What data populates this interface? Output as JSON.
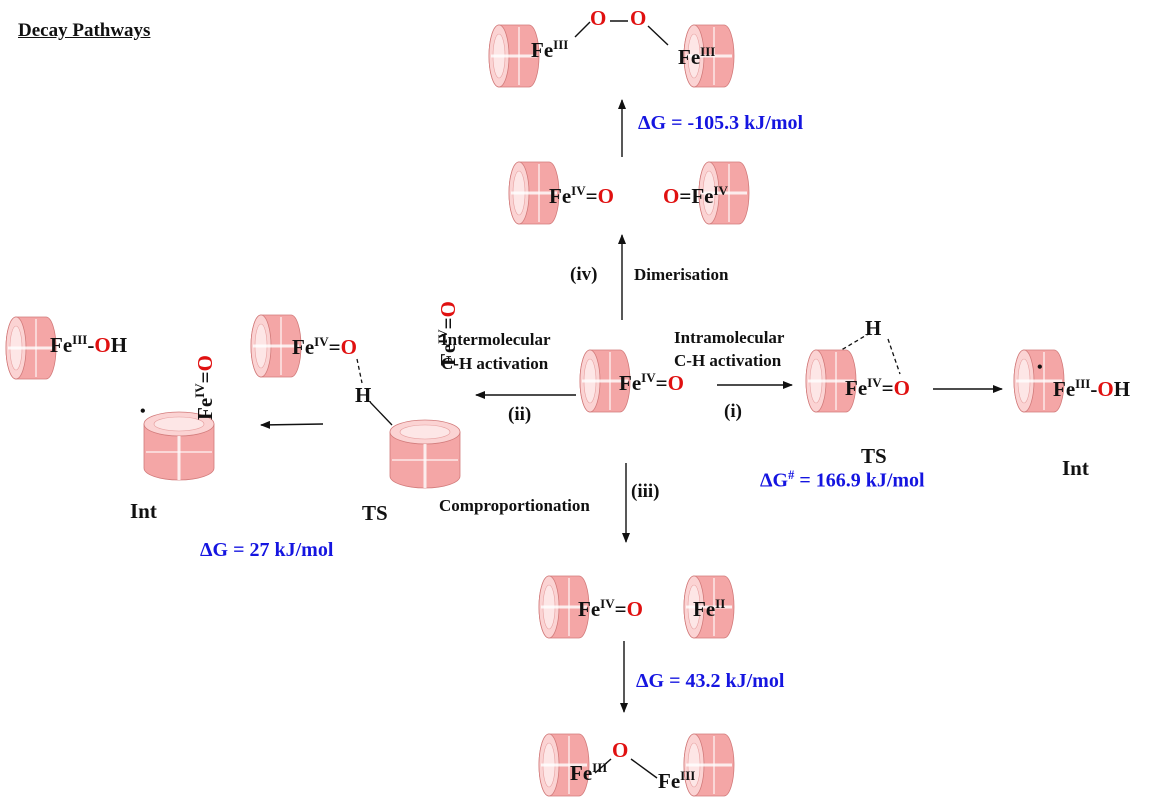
{
  "title": "Decay Pathways",
  "colors": {
    "oxygen": "#e01010",
    "energy": "#1515e0",
    "barrel": "#f4a6a6"
  },
  "labels": {
    "fe3": "Fe",
    "fe4": "Fe",
    "fe2": "Fe",
    "sup3": "III",
    "sup4": "IV",
    "sup2": "II",
    "supTS": "#",
    "o": "O",
    "h": "H",
    "dash": "-",
    "eq": "=",
    "dot": "•"
  },
  "top": {
    "dimer_label": "Dimerisation",
    "dimer_num": "(iv)",
    "dG_peroxo": "ΔG = -105.3 kJ/mol"
  },
  "center": {
    "intra_line1": "Intramolecular",
    "intra_line2": "C-H activation",
    "intra_num": "(i)",
    "inter_line1": "Intermolecular",
    "inter_line2": "C-H activation",
    "inter_num": "(ii)",
    "compro_label": "Comproportionation",
    "compro_num": "(iii)"
  },
  "right": {
    "ts_label": "TS",
    "ts_energy_pre": "ΔG",
    "ts_energy_post": " = 166.9 kJ/mol",
    "int_label": "Int"
  },
  "left": {
    "ts_label": "TS",
    "int_label": "Int",
    "dG": "ΔG = 27 kJ/mol"
  },
  "bottom": {
    "dG": "ΔG = 43.2 kJ/mol"
  }
}
